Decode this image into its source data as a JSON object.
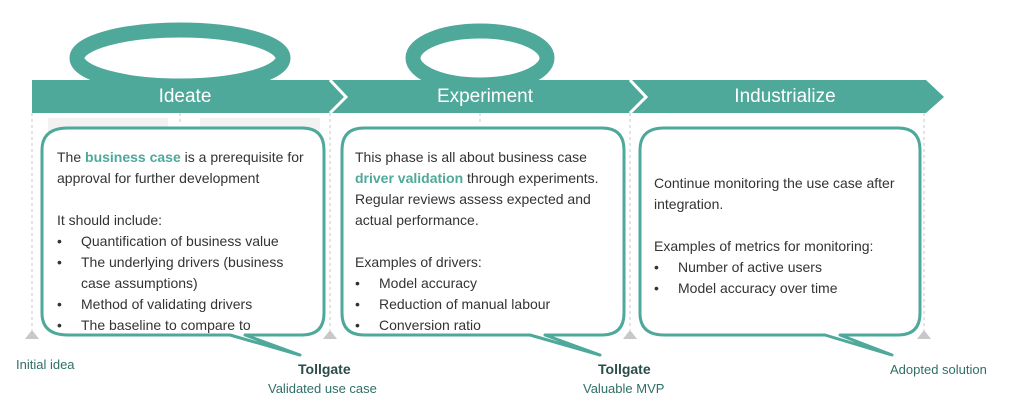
{
  "phases": [
    {
      "label": "Ideate"
    },
    {
      "label": "Experiment"
    },
    {
      "label": "Industrialize"
    }
  ],
  "bubbles": {
    "ideate": {
      "intro_pre": "The ",
      "intro_hl": "business case",
      "intro_post": " is a prerequisite for approval for further development",
      "list_title": "It should include:",
      "items": [
        "Quantification of business value",
        "The underlying drivers (business case assumptions)",
        "Method of validating drivers",
        "The baseline to compare to"
      ]
    },
    "experiment": {
      "intro_pre": "This phase is all about business case ",
      "intro_hl": "driver validation",
      "intro_post": " through experiments. Regular reviews assess expected and actual performance.",
      "list_title": "Examples of drivers:",
      "items": [
        "Model accuracy",
        "Reduction of manual labour",
        "Conversion ratio"
      ]
    },
    "industrialize": {
      "intro": "Continue monitoring the use case after integration.",
      "list_title": "Examples of metrics for monitoring:",
      "items": [
        "Number of active users",
        "Model accuracy over time"
      ]
    }
  },
  "milestones": {
    "start": "Initial idea",
    "tollgate1_title": "Tollgate",
    "tollgate1_sub": "Validated use case",
    "tollgate2_title": "Tollgate",
    "tollgate2_sub": "Valuable MVP",
    "end": "Adopted solution"
  },
  "colors": {
    "teal": "#4ea99a",
    "dark_teal": "#2f6f66"
  }
}
